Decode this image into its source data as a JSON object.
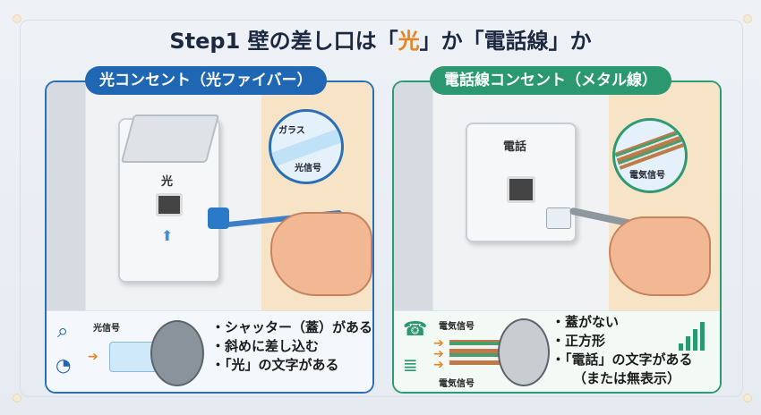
{
  "title": {
    "prefix": "Step1  壁の差し口は「",
    "highlight": "光",
    "suffix": "」か「電話線」か"
  },
  "panels": {
    "optical": {
      "header": "光コンセント（光ファイバー）",
      "plate_label": "光",
      "bubble_labels": [
        "ガラス",
        "光信号"
      ],
      "signal_label": "光信号",
      "bullets": [
        "・シャッター（蓋）がある",
        "・斜めに差し込む",
        "・「光」の文字がある"
      ],
      "accent": "#1f67b3"
    },
    "phone": {
      "header": "電話線コンセント（メタル線）",
      "plate_label": "電話",
      "bubble_labels": [
        "電気信号"
      ],
      "signal_labels": [
        "電気信号",
        "電気信号"
      ],
      "bullets": [
        "・蓋がない",
        "・正方形",
        "・「電話」の文字がある",
        "（または無表示）"
      ],
      "accent": "#2c9870"
    }
  }
}
